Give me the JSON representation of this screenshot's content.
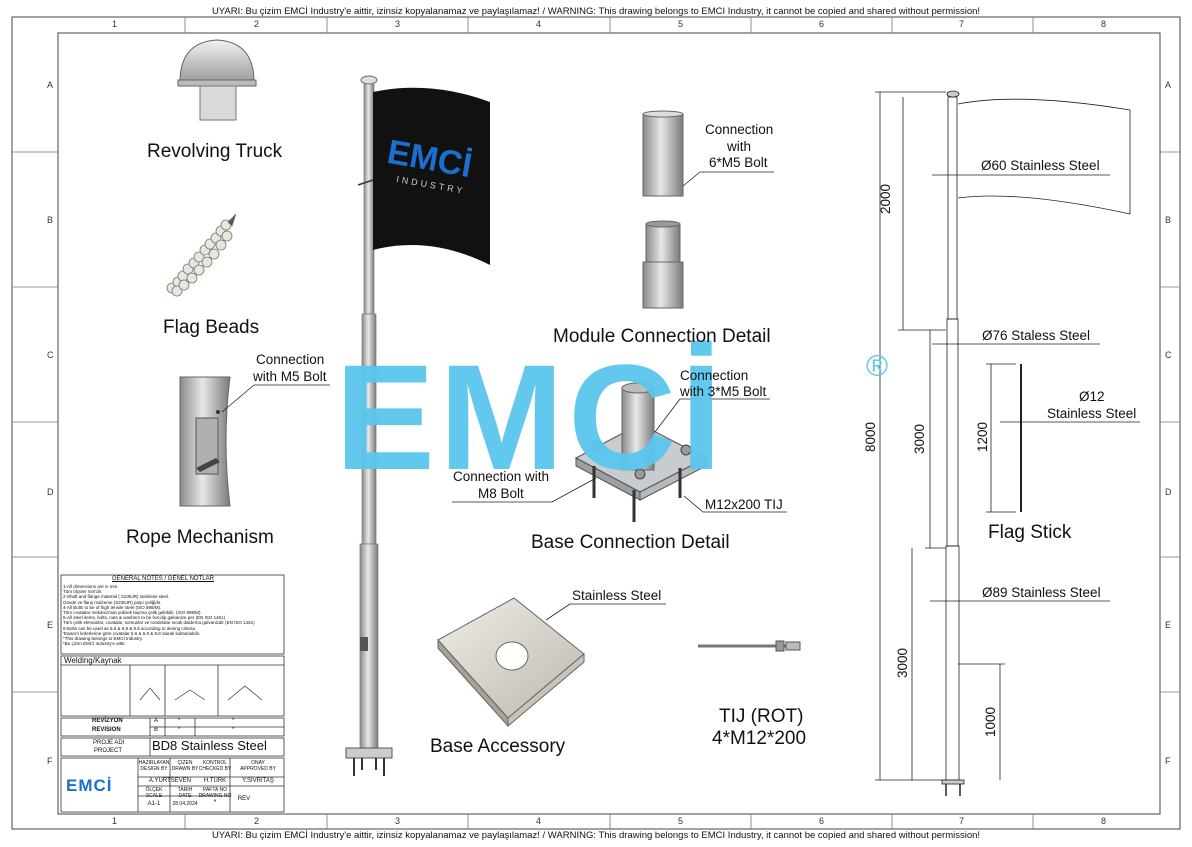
{
  "warning_top": "UYARI: Bu çizim EMCİ Industry'e aittir, izinsiz kopyalanamaz ve paylaşılamaz!  / WARNING: This drawing belongs to EMCI Industry, it cannot be copied and shared without permission!",
  "warning_bottom": "UYARI: Bu çizim EMCİ Industry'e aittir, izinsiz kopyalanamaz ve paylaşılamaz!  / WARNING: This drawing belongs to EMCI Industry, it cannot be copied and shared without permission!",
  "grid_cols": [
    "1",
    "2",
    "3",
    "4",
    "5",
    "6",
    "7",
    "8"
  ],
  "grid_rows": [
    "A",
    "B",
    "C",
    "D",
    "E",
    "F"
  ],
  "watermark": {
    "text": "EMCİ",
    "registered": "®",
    "color": "#5bc6ee"
  },
  "flag": {
    "brand": "EMCİ",
    "sub": "INDUSTRY",
    "bg": "#111111",
    "brand_color": "#1b6fd1"
  },
  "components": {
    "revolving_truck": "Revolving Truck",
    "flag_beads": "Flag Beads",
    "rope_mechanism": "Rope Mechanism",
    "rope_conn_line1": "Connection",
    "rope_conn_line2": "with M5 Bolt",
    "module_conn_line1": "Connection",
    "module_conn_line2": "with",
    "module_conn_line3": "6*M5 Bolt",
    "module_connection_detail": "Module Connection Detail",
    "base_conn_top_line1": "Connection",
    "base_conn_top_line2": "with 3*M5 Bolt",
    "base_conn_m8_line1": "Connection with",
    "base_conn_m8_line2": "M8 Bolt",
    "m12_tij": "M12x200 TIJ",
    "base_connection_detail": "Base Connection Detail",
    "stainless_steel": "Stainless Steel",
    "base_accessory": "Base Accessory",
    "tij_line1": "TIJ (ROT)",
    "tij_line2": "4*M12*200"
  },
  "dimensions": {
    "d60": "Ø60  Stainless Steel",
    "d76": "Ø76 Staless Steel",
    "d12_line1": "Ø12",
    "d12_line2": "Stainless Steel",
    "d89": "Ø89 Stainless Steel",
    "flag_stick": "Flag Stick",
    "h2000": "2000",
    "h8000": "8000",
    "h3000a": "3000",
    "h1200": "1200",
    "h3000b": "3000",
    "h1000": "1000"
  },
  "notes": {
    "title": "GENERAL NOTES / GENEL NOTLAR",
    "lines": [
      "1-All dimensions are in mm.",
      "Tüm ölçüler mm'dir.",
      "2-Shaft and flange material ( S235JR) stainless steel.",
      "Gövde ve flanş malzeme (S235JR) paşo çeliğidir.",
      "4-All Bolts to be of high tensile steel (ISO 898/M).",
      "Tüm cıvatalar mekanizmalı yüksek taşıma çelik gelebilir. (ISO 898/M)",
      "5-All steel items, bolts, nuts & washers to be hot-dip galvanize per (EN ISO 1461)",
      "Tüm çelik elemanlar, cıvatalar, somunlar ve rondelalar sıcak daldırma galvanizdir (EN ISO 1461)",
      "6-Bolts can be used as 5.6 & 6.8 & 8.8 according to desing criteria.",
      "Tasarım kriterlerine göre cıvatalar 5.6 & 6.8 & 8.8 olarak kullanılabilir.",
      "*This drawing belongs to EMCİ Industry.",
      "*Bu çizim EMCİ Industry'e aittir."
    ]
  },
  "welding": {
    "title": "Welding/Kaynak"
  },
  "revision": {
    "label1": "REVİZYON",
    "label2": "REVISION",
    "a": "A",
    "b": "B",
    "star": "*"
  },
  "project": {
    "label1": "PROJE ADI",
    "label2": "PROJECT",
    "name": "BD8 Stainless Steel"
  },
  "title_block": {
    "logo": "EMCİ",
    "col1a": "HAZIRLAYAN",
    "col1b": "DESIGN BY",
    "col2a": "ÇİZEN",
    "col2b": "DRAWN BY",
    "col3a": "KONTROL",
    "col3b": "CHECKED BY",
    "col4a": "ONAY",
    "col4b": "APPROVED BY",
    "designer": "A.YURTSEVEN",
    "checker": "H.TÜRK",
    "approver": "Y.SİVRİTAŞ",
    "scale_a": "ÖLÇEK",
    "scale_b": "SCALE",
    "date_a": "TARİH",
    "date_b": "DATE",
    "dwg_a": "PAFTA NO",
    "dwg_b": "DRAWING NO",
    "scale": "A1-1",
    "date": "28.04.2024",
    "dwg": "*",
    "rev": "REV"
  }
}
